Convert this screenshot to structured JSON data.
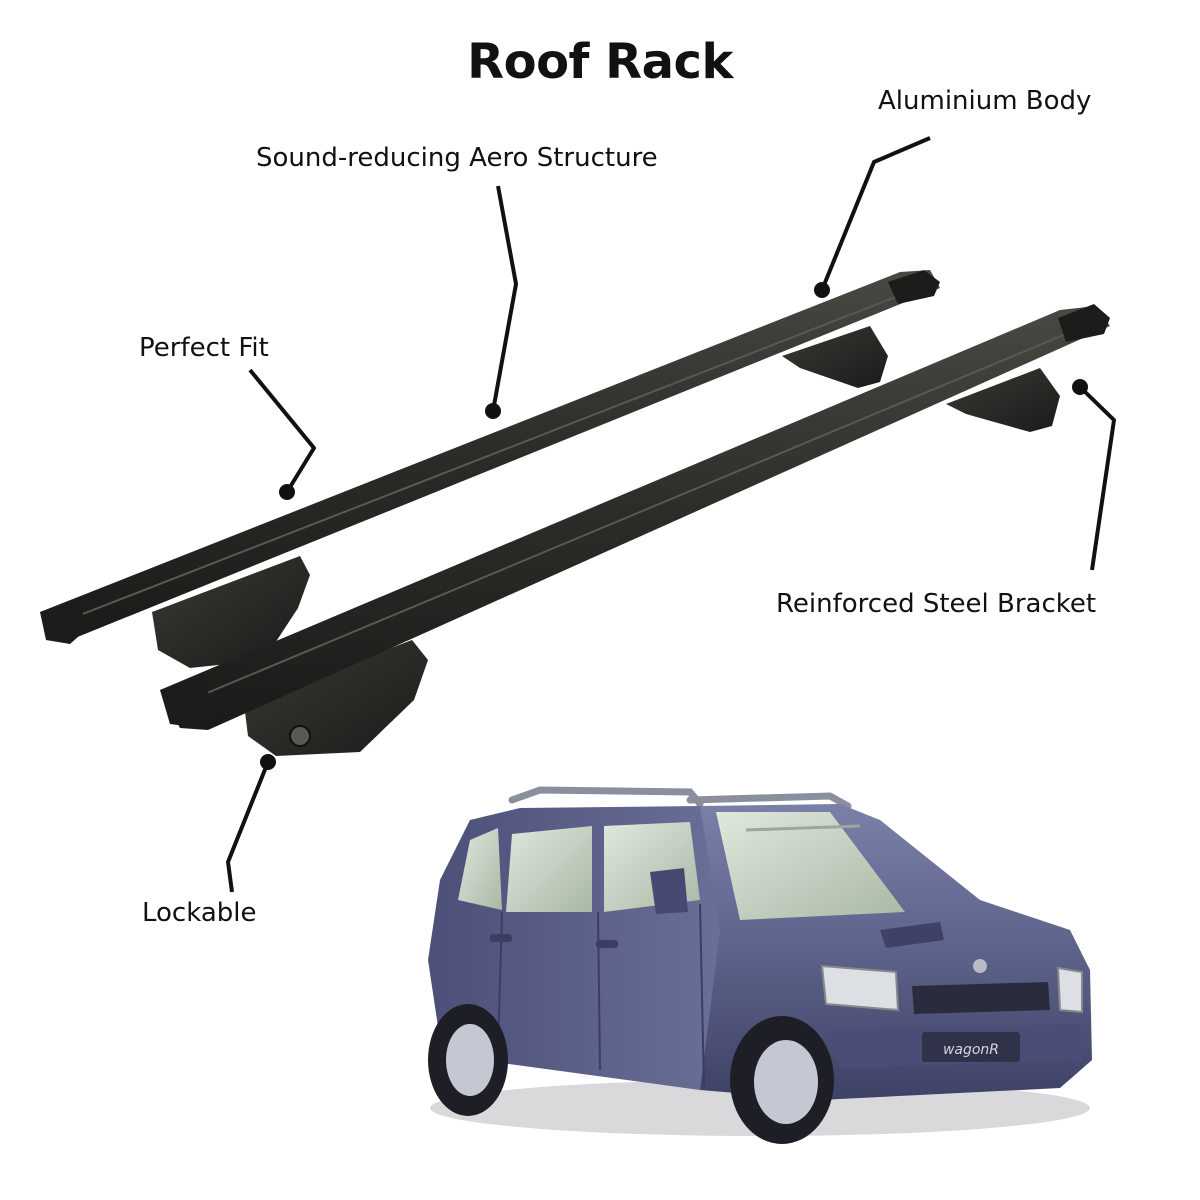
{
  "title": "Roof Rack",
  "callouts": {
    "aluminium_body": "Aluminium Body",
    "aero_structure": "Sound-reducing Aero Structure",
    "perfect_fit": "Perfect Fit",
    "steel_bracket": "Reinforced Steel Bracket",
    "lockable": "Lockable"
  },
  "car_badge": "wagonR",
  "colors": {
    "background": "#ffffff",
    "text": "#111111",
    "rack_bar": "#2b2a27",
    "car_body": "#5b5f86",
    "car_glass": "#c9d6c8"
  }
}
